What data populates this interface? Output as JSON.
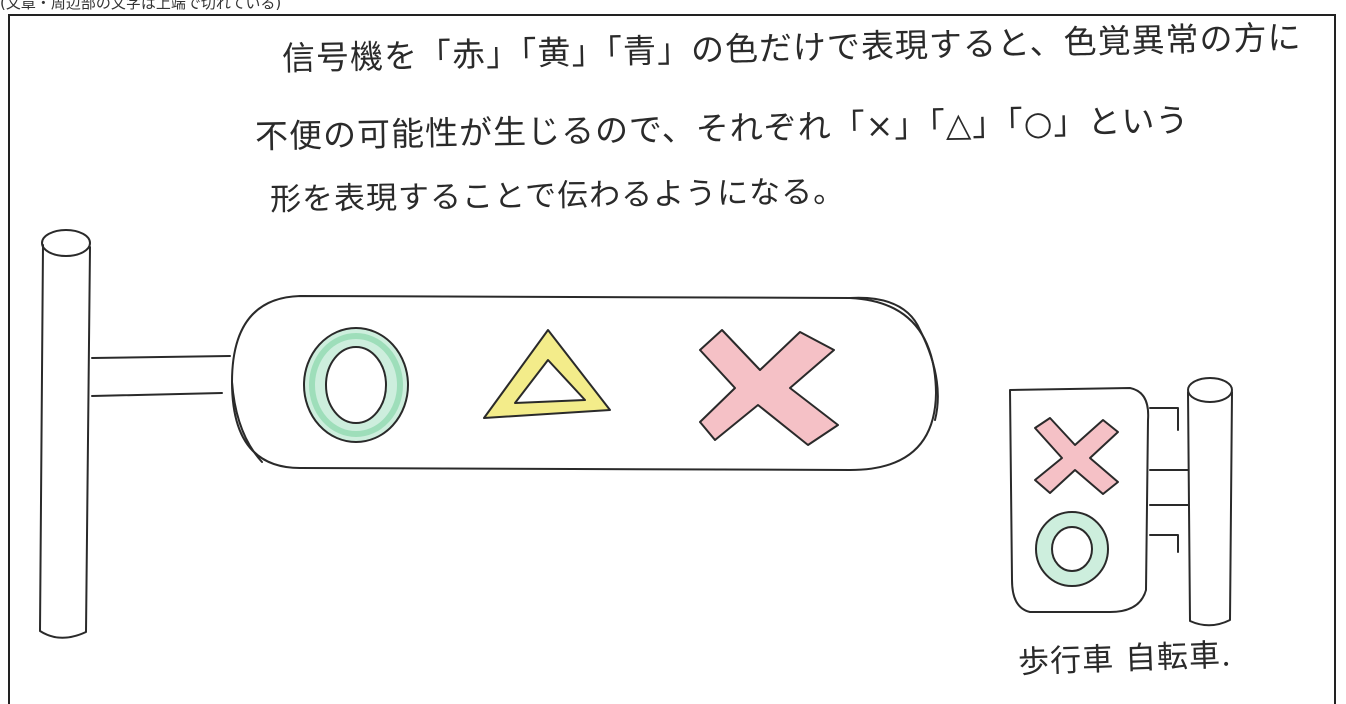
{
  "top_fragment": "(文章・周辺部の文字は上端で切れている)",
  "note": {
    "line1": "信号機を「赤」「黄」「青」の色だけで表現すると、色覚異常の方に",
    "line2": "不便の可能性が生じるので、それぞれ「×」「△」「○」という",
    "line3": "形を表現することで伝わるようになる。"
  },
  "caption": "歩行車 自転車.",
  "colors": {
    "ink": "#2a2a2a",
    "green": "#7fd3a3",
    "yellow": "#efe36a",
    "red": "#f2a8b0"
  },
  "symbols": {
    "large_signal": [
      "circle",
      "triangle",
      "cross"
    ],
    "small_signal": [
      "cross",
      "circle"
    ]
  }
}
